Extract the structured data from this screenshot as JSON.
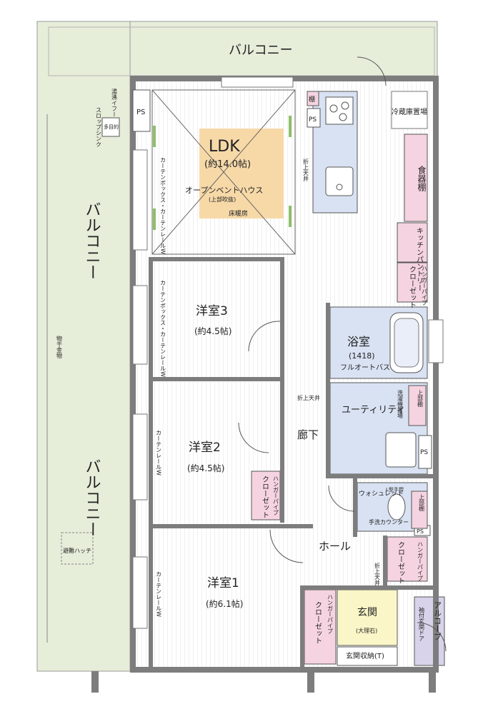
{
  "balcony_top": "バルコニー",
  "balcony_left_1": "バルコニー",
  "balcony_left_2": "バルコニー",
  "hot_water": "湯沸イフー",
  "slop_sink": "スロップシンク",
  "multi_purpose": "多目的",
  "ps_top_left": "PS",
  "ps_kitchen": "PS",
  "ps_utility": "PS",
  "ps_toilet": "PS",
  "shelf": "棚",
  "fridge": "冷蔵庫置場",
  "dish_shelf": "食器棚",
  "kitchen_pantry": "キッチンパントリー",
  "hanger_pipe_1": "ハンガーパイプ",
  "closet_1": "クローゼット",
  "ldk": "LDK",
  "ldk_size": "(約14.0帖)",
  "open_vent": "オープンベントハウス",
  "open_vent_sub": "(上部吹抜)",
  "floor_heat": "床暖房",
  "folding_ceiling_1": "折上天井",
  "curtain_box_1": "カーテンボックス・カーテンレールW",
  "curtain_box_2": "カーテンボックス・カーテンレールW",
  "room3": "洋室3",
  "room3_size": "(約4.5帖)",
  "bath": "浴室",
  "bath_size": "(1418)",
  "full_auto_bath": "フルオートバス",
  "folding_ceiling_2": "折上天井",
  "utility": "ユーティリティ",
  "washer": "洗濯機置場",
  "upper_shelf_1": "上部棚",
  "room2": "洋室2",
  "room2_size": "(約4.5帖)",
  "corridor": "廊下",
  "curtain_rail_2": "カーテンレールW",
  "hanger_pipe_2": "ハンガーパイプ",
  "closet_2": "クローゼット",
  "washlet": "ウォシュレット",
  "l_handrail": "L型手摺",
  "upper_shelf_2": "上部棚",
  "hand_wash": "手洗カウンター",
  "hall": "ホール",
  "hanger_pipe_3": "ハンガーパイプ",
  "closet_3": "クローゼット",
  "folding_ceiling_3": "折上天井",
  "drying_hardware": "物干金物",
  "escape_hatch": "避難ハッチ",
  "room1": "洋室1",
  "room1_size": "(約6.1帖)",
  "curtain_rail_1": "カーテンレールW",
  "hanger_pipe_4": "ハンガーパイプ",
  "closet_4": "クローゼット",
  "entrance": "玄関",
  "marble": "(大理石)",
  "entrance_storage": "玄関収納(T)",
  "sleeve_door": "袖付玄関ドア",
  "alcove": "アルコーブ",
  "colors": {
    "balcony": "#e6edd9",
    "ldk_accent": "#f7d9a8",
    "kitchen": "#d9e2f3",
    "closet": "#f5d3e0",
    "bath": "#d9e2f3",
    "entrance": "#fbf6c8",
    "alcove": "#d8d3ea",
    "wall": "#7d7d7d"
  }
}
